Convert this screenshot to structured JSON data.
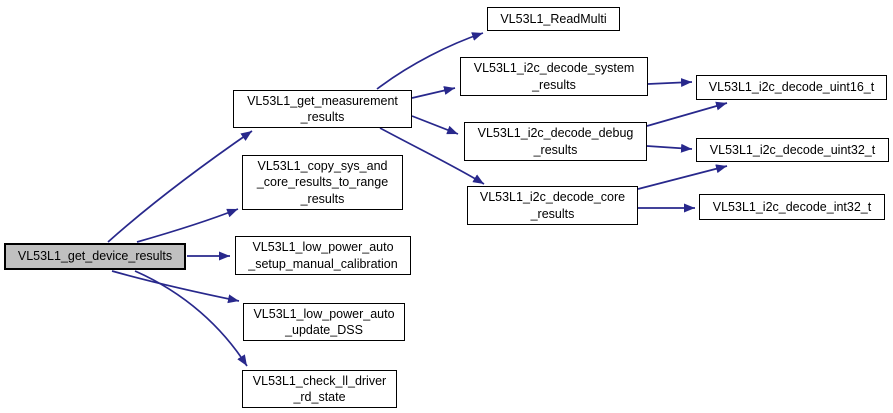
{
  "diagram": {
    "kind": "function-call-graph",
    "colors": {
      "edge": "#28288c",
      "node_background": "#ffffff",
      "node_border": "#000000",
      "root_node_background": "#c0c0c0",
      "text": "#000000",
      "page_background": "#ffffff"
    },
    "nodes": [
      {
        "id": "get_device_results",
        "label": "VL53L1_get_device_results",
        "highlighted": true,
        "lines": [
          "VL53L1_get_device_results"
        ]
      },
      {
        "id": "get_measurement_results",
        "label": "VL53L1_get_measurement_results",
        "highlighted": false,
        "lines": [
          "VL53L1_get_measurement",
          "_results"
        ]
      },
      {
        "id": "copy_sys_and_core_results_to_range_results",
        "label": "VL53L1_copy_sys_and_core_results_to_range_results",
        "highlighted": false,
        "lines": [
          "VL53L1_copy_sys_and",
          "_core_results_to_range",
          "_results"
        ]
      },
      {
        "id": "low_power_auto_setup_manual_calibration",
        "label": "VL53L1_low_power_auto_setup_manual_calibration",
        "highlighted": false,
        "lines": [
          "VL53L1_low_power_auto",
          "_setup_manual_calibration"
        ]
      },
      {
        "id": "low_power_auto_update_DSS",
        "label": "VL53L1_low_power_auto_update_DSS",
        "highlighted": false,
        "lines": [
          "VL53L1_low_power_auto",
          "_update_DSS"
        ]
      },
      {
        "id": "check_ll_driver_rd_state",
        "label": "VL53L1_check_ll_driver_rd_state",
        "highlighted": false,
        "lines": [
          "VL53L1_check_ll_driver",
          "_rd_state"
        ]
      },
      {
        "id": "ReadMulti",
        "label": "VL53L1_ReadMulti",
        "highlighted": false,
        "lines": [
          "VL53L1_ReadMulti"
        ]
      },
      {
        "id": "i2c_decode_system_results",
        "label": "VL53L1_i2c_decode_system_results",
        "highlighted": false,
        "lines": [
          "VL53L1_i2c_decode_system",
          "_results"
        ]
      },
      {
        "id": "i2c_decode_debug_results",
        "label": "VL53L1_i2c_decode_debug_results",
        "highlighted": false,
        "lines": [
          "VL53L1_i2c_decode_debug",
          "_results"
        ]
      },
      {
        "id": "i2c_decode_core_results",
        "label": "VL53L1_i2c_decode_core_results",
        "highlighted": false,
        "lines": [
          "VL53L1_i2c_decode_core",
          "_results"
        ]
      },
      {
        "id": "i2c_decode_uint16_t",
        "label": "VL53L1_i2c_decode_uint16_t",
        "highlighted": false,
        "lines": [
          "VL53L1_i2c_decode_uint16_t"
        ]
      },
      {
        "id": "i2c_decode_uint32_t",
        "label": "VL53L1_i2c_decode_uint32_t",
        "highlighted": false,
        "lines": [
          "VL53L1_i2c_decode_uint32_t"
        ]
      },
      {
        "id": "i2c_decode_int32_t",
        "label": "VL53L1_i2c_decode_int32_t",
        "highlighted": false,
        "lines": [
          "VL53L1_i2c_decode_int32_t"
        ]
      }
    ],
    "edges": [
      {
        "from": "VL53L1_get_device_results",
        "to": "VL53L1_get_measurement_results"
      },
      {
        "from": "VL53L1_get_device_results",
        "to": "VL53L1_copy_sys_and_core_results_to_range_results"
      },
      {
        "from": "VL53L1_get_device_results",
        "to": "VL53L1_low_power_auto_setup_manual_calibration"
      },
      {
        "from": "VL53L1_get_device_results",
        "to": "VL53L1_low_power_auto_update_DSS"
      },
      {
        "from": "VL53L1_get_device_results",
        "to": "VL53L1_check_ll_driver_rd_state"
      },
      {
        "from": "VL53L1_get_measurement_results",
        "to": "VL53L1_ReadMulti"
      },
      {
        "from": "VL53L1_get_measurement_results",
        "to": "VL53L1_i2c_decode_system_results"
      },
      {
        "from": "VL53L1_get_measurement_results",
        "to": "VL53L1_i2c_decode_debug_results"
      },
      {
        "from": "VL53L1_get_measurement_results",
        "to": "VL53L1_i2c_decode_core_results"
      },
      {
        "from": "VL53L1_i2c_decode_system_results",
        "to": "VL53L1_i2c_decode_uint16_t"
      },
      {
        "from": "VL53L1_i2c_decode_debug_results",
        "to": "VL53L1_i2c_decode_uint16_t"
      },
      {
        "from": "VL53L1_i2c_decode_debug_results",
        "to": "VL53L1_i2c_decode_uint32_t"
      },
      {
        "from": "VL53L1_i2c_decode_core_results",
        "to": "VL53L1_i2c_decode_uint32_t"
      },
      {
        "from": "VL53L1_i2c_decode_core_results",
        "to": "VL53L1_i2c_decode_int32_t"
      }
    ]
  }
}
